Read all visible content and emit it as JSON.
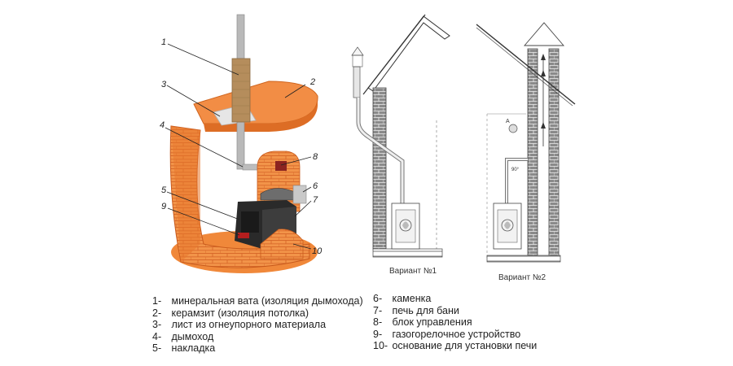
{
  "callouts": [
    "1",
    "2",
    "3",
    "4",
    "8",
    "5",
    "6",
    "9",
    "7",
    "10"
  ],
  "captions": {
    "variant1": "Вариант №1",
    "variant2": "Вариант №2"
  },
  "markers": {
    "a": "A",
    "deg": "90°"
  },
  "legend": {
    "left": [
      {
        "num": "1-",
        "text": "минеральная вата (изоляция дымохода)"
      },
      {
        "num": "2-",
        "text": "керамзит (изоляция потолка)"
      },
      {
        "num": "3-",
        "text": "лист из огнеупорного материала"
      },
      {
        "num": "4-",
        "text": "дымоход"
      },
      {
        "num": "5-",
        "text": "накладка"
      }
    ],
    "right": [
      {
        "num": "6-",
        "text": "каменка"
      },
      {
        "num": "7-",
        "text": "печь для бани"
      },
      {
        "num": "8-",
        "text": "блок управления"
      },
      {
        "num": "9-",
        "text": "газогорелочное устройство"
      },
      {
        "num": "10-",
        "text": "основание для установки печи"
      }
    ]
  },
  "colors": {
    "brick": "#f08a3c",
    "brickDark": "#d9661f",
    "wallHatch": "#555555",
    "stove": "#2a2a2a",
    "pipe": "#b9b9b9"
  }
}
